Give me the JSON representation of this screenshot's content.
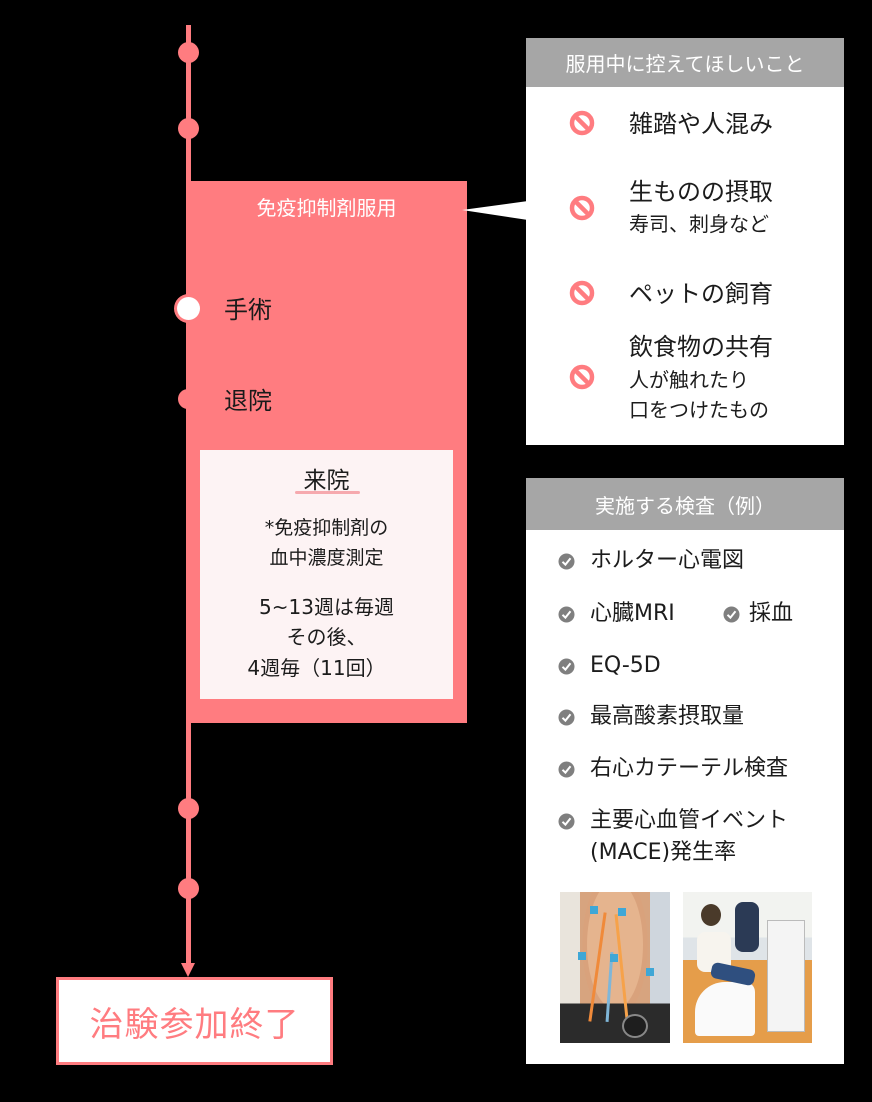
{
  "timeline": {
    "medication_period": {
      "title": "免疫抑制剤服用",
      "events": [
        {
          "label": "手術",
          "marker": "open-circle"
        },
        {
          "label": "退院",
          "marker": "dot"
        }
      ],
      "visit_box": {
        "title": "来院",
        "note_lines": [
          "*免疫抑制剤の",
          "血中濃度測定"
        ],
        "schedule_lines": [
          "5~13週は毎週",
          "その後、",
          "4週毎（11回）"
        ]
      }
    },
    "end_label": "治験参加終了"
  },
  "avoid_panel": {
    "header": "服用中に控えてほしいこと",
    "items": [
      {
        "icon": "prohibited-icon",
        "title": "雑踏や人混み",
        "details": []
      },
      {
        "icon": "prohibited-icon",
        "title": "生ものの摂取",
        "details": [
          "寿司、刺身など"
        ]
      },
      {
        "icon": "prohibited-icon",
        "title": "ペットの飼育",
        "details": []
      },
      {
        "icon": "prohibited-icon",
        "title": "飲食物の共有",
        "details": [
          "人が触れたり",
          "口をつけたもの"
        ]
      }
    ]
  },
  "tests_panel": {
    "header": "実施する検査（例）",
    "items": [
      {
        "icon": "check-circle-icon",
        "label": "ホルター心電図"
      },
      {
        "icon": "check-circle-icon",
        "label": "心臓MRI"
      },
      {
        "icon": "check-circle-icon",
        "label": "採血"
      },
      {
        "icon": "check-circle-icon",
        "label": "EQ-5D"
      },
      {
        "icon": "check-circle-icon",
        "label": "最高酸素摂取量"
      },
      {
        "icon": "check-circle-icon",
        "label": "右心カテーテル検査"
      },
      {
        "icon": "check-circle-icon",
        "label": "主要心血管イベント",
        "label_line2": "(MACE)発生率"
      }
    ],
    "images": [
      "holter-ecg-photo",
      "exercise-test-photo"
    ]
  },
  "colors": {
    "accent": "#ff7c80",
    "header_gray": "#a6a6a6",
    "check_gray": "#7f7f7f",
    "visit_box_bg": "#fdf3f4",
    "underline_pink": "#f6a9ae",
    "background": "#000000"
  }
}
